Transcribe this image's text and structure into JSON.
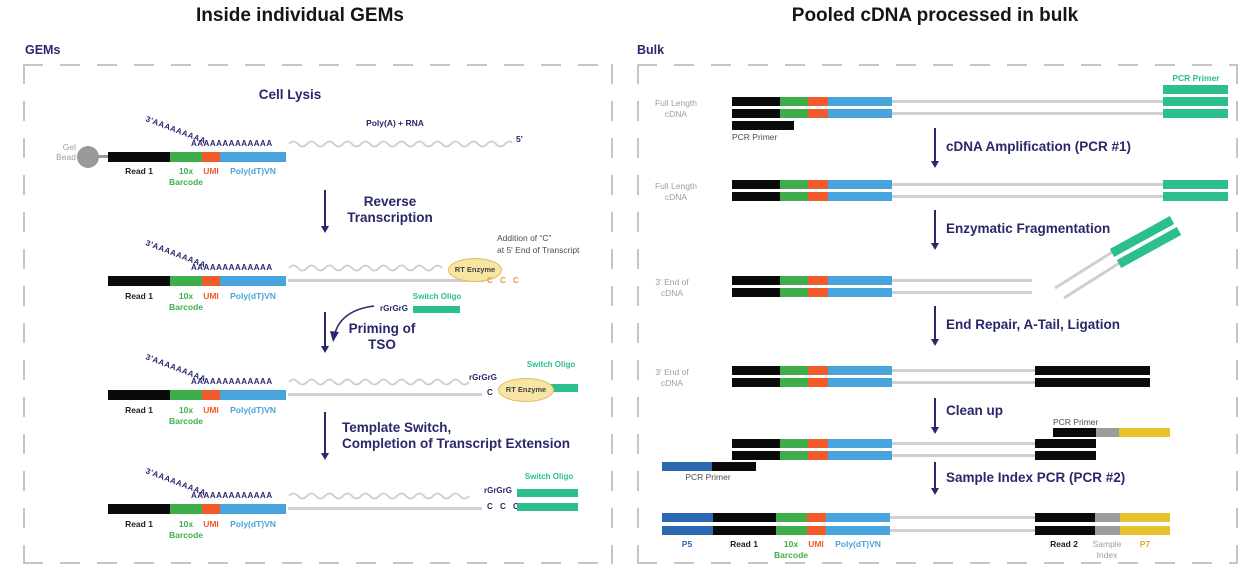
{
  "left": {
    "title": "Inside individual GEMs",
    "box_label": "GEMs",
    "gel_label_1": "Gel",
    "gel_label_2": "Bead",
    "tail_diag": "3'AAAAAAAAA",
    "tail_flat": "AAAAAAAAAAAAA",
    "polya_rna": "Poly(A) + RNA",
    "five_prime": "5'",
    "seg_read1": "Read 1",
    "seg_10x": "10x",
    "seg_barcode": "Barcode",
    "seg_umi": "UMI",
    "seg_polydt": "Poly(dT)VN",
    "step_lysis": "Cell Lysis",
    "step_rt_1": "Reverse",
    "step_rt_2": "Transcription",
    "step_tso_1": "Priming of",
    "step_tso_2": "TSO",
    "step_switch_1": "Template Switch,",
    "step_switch_2": "Completion of Transcript Extension",
    "addition_1": "Addition of “C”",
    "addition_2": "at 5' End of Transcript",
    "rt_enzyme": "RT Enzyme",
    "ccc": "C C C",
    "rgrgrg": "rGrGrG",
    "switch_oligo": "Switch Oligo"
  },
  "right": {
    "title": "Pooled cDNA processed in bulk",
    "box_label": "Bulk",
    "full_length_1": "Full Length",
    "full_length_2": "cDNA",
    "three_prime_1": "3' End of",
    "three_prime_2": "cDNA",
    "pcr_primer": "PCR Primer",
    "step_amp": "cDNA Amplification (PCR #1)",
    "step_frag": "Enzymatic Fragmentation",
    "step_repair": "End Repair, A-Tail, Ligation",
    "step_clean": "Clean up",
    "step_index": "Sample Index PCR (PCR #2)",
    "p5": "P5",
    "read1": "Read 1",
    "barcode_1": "10x",
    "barcode_2": "Barcode",
    "umi": "UMI",
    "polydt": "Poly(dT)VN",
    "read2": "Read 2",
    "sample_index_1": "Sample",
    "sample_index_2": "Index",
    "p7": "P7"
  },
  "colors": {
    "navy_text": "#28286B",
    "bar_black": "#0A0A0A",
    "barcode_green": "#3DAE49",
    "umi_orange": "#F15B2B",
    "polydt_blue": "#47A4DC",
    "oligo_teal": "#2CBE8D",
    "p5_blue": "#2A68B2",
    "p7_yellow": "#E8C22C",
    "sample_gray": "#9C9C9C",
    "strand_gray": "#CFCFCF",
    "enzyme_fill": "#F8E5A4",
    "ccc_orange": "#E89B3E"
  }
}
